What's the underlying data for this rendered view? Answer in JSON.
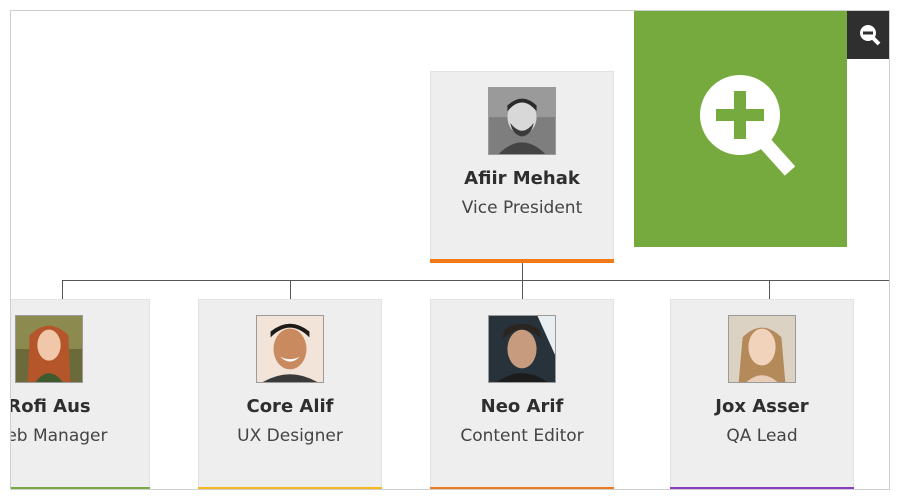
{
  "chart": {
    "root": {
      "name": "Afiir Mehak",
      "title": "Vice President",
      "accent": "#f07a1a"
    },
    "children": [
      {
        "name": "Rofi Aus",
        "title": "Web Manager",
        "accent": "#78a944"
      },
      {
        "name": "Core Alif",
        "title": "UX Designer",
        "accent": "#f6b81f"
      },
      {
        "name": "Neo Arif",
        "title": "Content Editor",
        "accent": "#f07a1a"
      },
      {
        "name": "Jox Asser",
        "title": "QA Lead",
        "accent": "#8a3bc4"
      }
    ]
  },
  "controls": {
    "zoom_in_icon": "zoom-in-icon",
    "zoom_out_icon": "zoom-out-icon",
    "zoom_in_color": "#76aa3e",
    "zoom_out_color": "#2f2f2f"
  }
}
